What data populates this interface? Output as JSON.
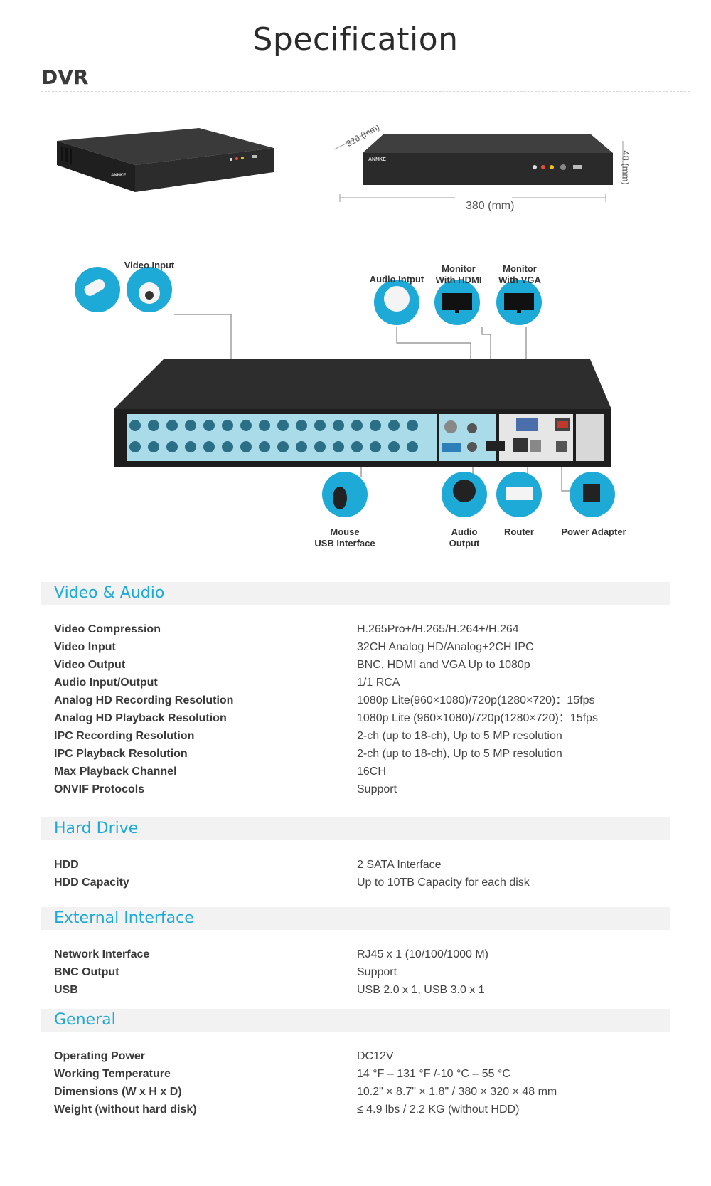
{
  "title": "Specification",
  "dvr_label": "DVR",
  "brand": "ANNKE",
  "dimensions_diagram": {
    "depth": "320 (mm)",
    "width": "380 (mm)",
    "height": "48 (mm)"
  },
  "diagram_labels": {
    "video_input": "Video Input",
    "audio_input": "Audio Intput",
    "monitor_hdmi": [
      "Monitor",
      "With HDMI"
    ],
    "monitor_vga": [
      "Monitor",
      "With VGA"
    ],
    "mouse_usb": [
      "Mouse",
      "USB Interface"
    ],
    "audio_output": [
      "Audio",
      "Output"
    ],
    "router": "Router",
    "power_adapter": "Power Adapter"
  },
  "colors": {
    "accent": "#1eaad6",
    "header_bg": "#f2f2f2",
    "dvr_body": "#2a2a2a",
    "port_panel": "#a9dbe8"
  },
  "sections": [
    {
      "title": "Video & Audio",
      "rows": [
        {
          "key": "Video Compression",
          "value": "H.265Pro+/H.265/H.264+/H.264"
        },
        {
          "key": "Video Input",
          "value": "32CH Analog HD/Analog+2CH IPC"
        },
        {
          "key": "Video Output",
          "value": "BNC, HDMI and VGA Up to 1080p"
        },
        {
          "key": "Audio Input/Output",
          "value": "1/1 RCA"
        },
        {
          "key": "Analog HD Recording Resolution",
          "value": "1080p Lite(960×1080)/720p(1280×720)：15fps"
        },
        {
          "key": "Analog HD Playback Resolution",
          "value": "1080p Lite (960×1080)/720p(1280×720)：15fps"
        },
        {
          "key": "IPC Recording Resolution",
          "value": "2-ch (up to 18-ch), Up to 5 MP resolution"
        },
        {
          "key": "IPC Playback Resolution",
          "value": "2-ch (up to 18-ch), Up to 5 MP resolution"
        },
        {
          "key": "Max Playback Channel",
          "value": "16CH"
        },
        {
          "key": "ONVIF Protocols",
          "value": "Support"
        }
      ]
    },
    {
      "title": "Hard Drive",
      "rows": [
        {
          "key": "HDD",
          "value": "2 SATA Interface"
        },
        {
          "key": "HDD Capacity",
          "value": "Up to 10TB Capacity for each disk"
        }
      ]
    },
    {
      "title": "External Interface",
      "rows": [
        {
          "key": "Network Interface",
          "value": "RJ45 x 1 (10/100/1000 M)"
        },
        {
          "key": "BNC Output",
          "value": "Support"
        },
        {
          "key": "USB",
          "value": "USB 2.0 x 1, USB 3.0 x 1"
        }
      ]
    },
    {
      "title": "General",
      "rows": [
        {
          "key": "Operating Power",
          "value": "DC12V"
        },
        {
          "key": "Working Temperature",
          "value": "14 °F – 131 °F /-10 °C – 55 °C"
        },
        {
          "key": "Dimensions (W x H x D)",
          "value": "10.2\" × 8.7\" × 1.8\" / 380 × 320 × 48 mm"
        },
        {
          "key": "Weight (without hard disk)",
          "value": "≤ 4.9 lbs / 2.2 KG (without HDD)"
        }
      ]
    }
  ]
}
